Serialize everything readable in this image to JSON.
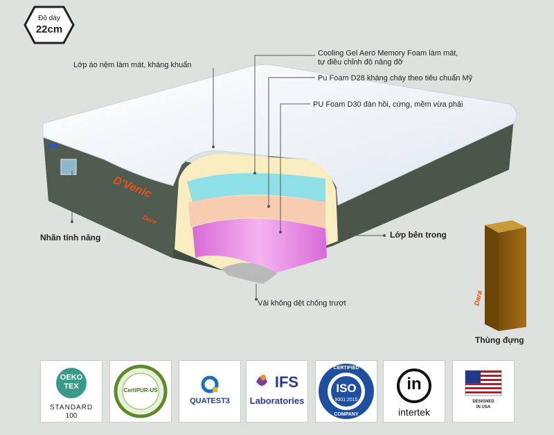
{
  "thickness": {
    "label": "Độ dày",
    "value": "22cm"
  },
  "callouts": {
    "cover": "Lớp áo nệm làm mát, kháng khuẩn",
    "gel_line1": "Cooling Gel Aero Memory Foam làm mát,",
    "gel_line2": "tự điều chỉnh độ nâng đỡ",
    "d28": "Pu Foam D28 kháng cháy theo tiêu chuẩn Mỹ",
    "d30": "PU Foam D30 đàn hồi, cứng, mềm vừa phải",
    "feature_label": "Nhãn tính năng",
    "inner_layer": "Lớp bên trong",
    "non_slip": "Vải không dệt chống trượt",
    "box": "Thùng đựng"
  },
  "brand": {
    "name": "D'Venic",
    "logo": "Dara"
  },
  "box_logo": "Dara",
  "certifications": [
    {
      "name": "oeko-tex",
      "l1": "OEKO",
      "l2": "TEX",
      "l3": "STANDARD",
      "l4": "100"
    },
    {
      "name": "certipur-us",
      "l1": "CertiPUR-US"
    },
    {
      "name": "quatest3",
      "l1": "QUATEST3"
    },
    {
      "name": "ifs",
      "l1": "IFS",
      "l2": "Laboratories"
    },
    {
      "name": "iso",
      "l1": "CERTIFIED",
      "l2": "ISO",
      "l3": "9001:2015",
      "l4": "COMPANY"
    },
    {
      "name": "intertek",
      "l1": "in",
      "l2": "intertek"
    },
    {
      "name": "usa",
      "l1": "DESIGNED",
      "l2": "IN USA"
    }
  ],
  "colors": {
    "background": "#dde2df",
    "cover": "#f4f8fb",
    "side": "#4e5a4c",
    "gel": "#8fe0e6",
    "d28": "#f7ccb0",
    "d30": "#e67ce0",
    "accent": "#e8501b"
  }
}
